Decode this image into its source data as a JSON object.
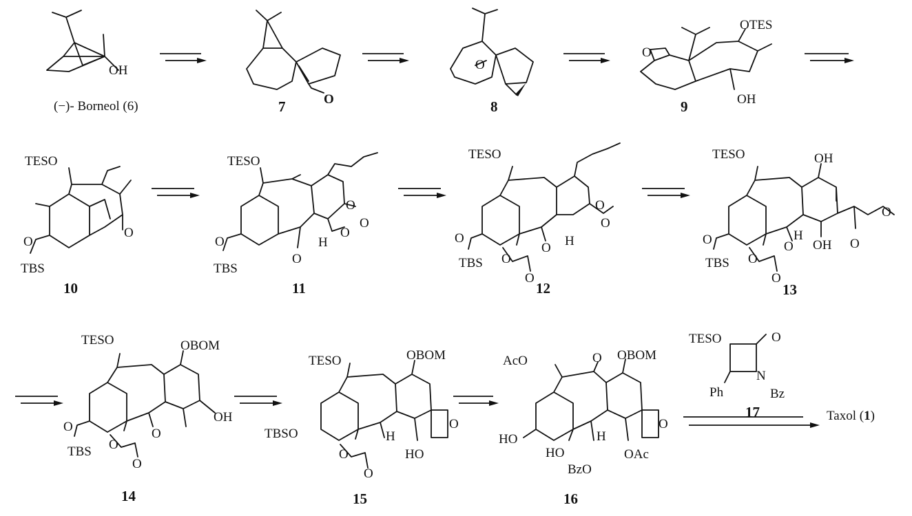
{
  "compounds": {
    "c6": {
      "label": "(−)- Borneol (6)",
      "groups": [
        "OH"
      ]
    },
    "c7": {
      "number": "7",
      "groups": [
        "O"
      ]
    },
    "c8": {
      "number": "8",
      "groups": [
        "O"
      ]
    },
    "c9": {
      "number": "9",
      "groups": [
        "OTES",
        "OH",
        "O"
      ]
    },
    "c10": {
      "number": "10",
      "groups": [
        "TESO",
        "O",
        "O",
        "TBS"
      ]
    },
    "c11": {
      "number": "11",
      "groups": [
        "TESO",
        "O",
        "O",
        "O",
        "O",
        "TBS",
        "H",
        "O"
      ]
    },
    "c12": {
      "number": "12",
      "groups": [
        "TESO",
        "O",
        "O",
        "O",
        "TBS",
        "O",
        "O",
        "O",
        "H"
      ]
    },
    "c13": {
      "number": "13",
      "groups": [
        "TESO",
        "OH",
        "O",
        "O",
        "O",
        "TBS",
        "H",
        "OH",
        "O",
        "O",
        "O"
      ]
    },
    "c14": {
      "number": "14",
      "groups": [
        "TESO",
        "OBOM",
        "O",
        "TBS",
        "O",
        "O",
        "O",
        "OH"
      ]
    },
    "c15": {
      "number": "15",
      "groups": [
        "TESO",
        "OBOM",
        "TBSO",
        "O",
        "H",
        "O",
        "O",
        "HO"
      ]
    },
    "c16": {
      "number": "16",
      "groups": [
        "AcO",
        "O",
        "OBOM",
        "HO",
        "HO",
        "BzO",
        "H",
        "OAc",
        "O"
      ]
    },
    "c17": {
      "number": "17",
      "groups": [
        "TESO",
        "O",
        "N",
        "Ph",
        "Bz"
      ]
    }
  },
  "product": {
    "label": "Taxol (",
    "number": "1",
    "close": ")"
  }
}
